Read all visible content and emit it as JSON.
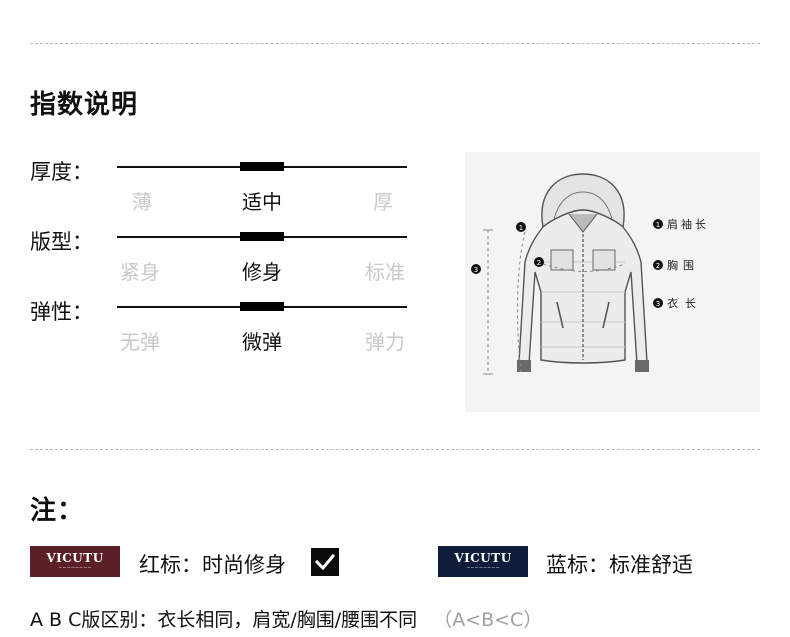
{
  "section_title": "指数说明",
  "rows": [
    {
      "label": "厚度：",
      "options": [
        "薄",
        "适中",
        "厚"
      ],
      "selected": 1
    },
    {
      "label": "版型：",
      "options": [
        "紧身",
        "修身",
        "标准"
      ],
      "selected": 1
    },
    {
      "label": "弹性：",
      "options": [
        "无弹",
        "微弹",
        "弹力"
      ],
      "selected": 1
    }
  ],
  "diagram": {
    "measures": [
      {
        "num": "1",
        "label": "肩袖长"
      },
      {
        "num": "2",
        "label": "胸围"
      },
      {
        "num": "3",
        "label": "衣长"
      }
    ],
    "callouts": [
      "1",
      "2",
      "3"
    ]
  },
  "note": {
    "title": "注：",
    "red_tag": {
      "brand": "VICUTU",
      "text": "红标：时尚修身",
      "color": "#5a1f27"
    },
    "blue_tag": {
      "brand": "VICUTU",
      "text": "蓝标：标准舒适",
      "color": "#0f1d3a"
    },
    "footer": "A B C版区别：衣长相同，肩宽/胸围/腰围不同",
    "footer_hint": "（A<B<C）"
  }
}
